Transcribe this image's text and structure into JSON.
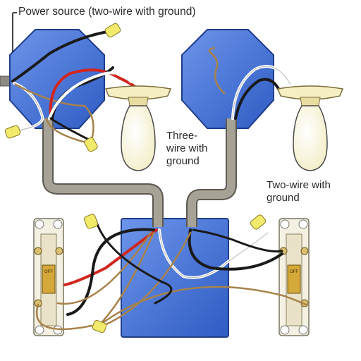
{
  "labels": {
    "power_source": "Power source (two-wire with ground)",
    "three_wire": [
      "Three-",
      "wire with",
      "ground"
    ],
    "two_wire": [
      "Two-wire with",
      "ground"
    ]
  },
  "switches": {
    "left_toggle_text": "OFF",
    "right_toggle_text": "OFF"
  },
  "colors": {
    "box_blue": "#3f6fd6",
    "cable_gray": "#8a8578",
    "wire_black": "#1a1a1a",
    "wire_red": "#d0261e",
    "wire_white": "#ffffff",
    "wire_bare": "#a8824a",
    "wire_nut": "#f2ea6a",
    "bulb": "#fbf6d8"
  }
}
